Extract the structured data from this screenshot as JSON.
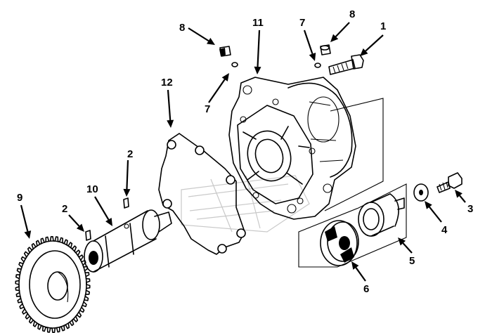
{
  "diagram": {
    "callouts": [
      {
        "id": "c1",
        "label": "1",
        "part": "capscrew"
      },
      {
        "id": "c2a",
        "label": "2",
        "part": "set screw (left)"
      },
      {
        "id": "c2b",
        "label": "2",
        "part": "set screw (upper)"
      },
      {
        "id": "c3",
        "label": "3",
        "part": "capscrew"
      },
      {
        "id": "c4",
        "label": "4",
        "part": "washer"
      },
      {
        "id": "c5",
        "label": "5",
        "part": "bushing"
      },
      {
        "id": "c6",
        "label": "6",
        "part": "thrust washer"
      },
      {
        "id": "c7a",
        "label": "7",
        "part": "o-ring (left)"
      },
      {
        "id": "c7b",
        "label": "7",
        "part": "o-ring (right)"
      },
      {
        "id": "c8a",
        "label": "8",
        "part": "plug (left)"
      },
      {
        "id": "c8b",
        "label": "8",
        "part": "plug (right)"
      },
      {
        "id": "c9",
        "label": "9",
        "part": "idler gear"
      },
      {
        "id": "c10",
        "label": "10",
        "part": "shaft"
      },
      {
        "id": "c11",
        "label": "11",
        "part": "housing"
      },
      {
        "id": "c12",
        "label": "12",
        "part": "gasket"
      }
    ]
  }
}
